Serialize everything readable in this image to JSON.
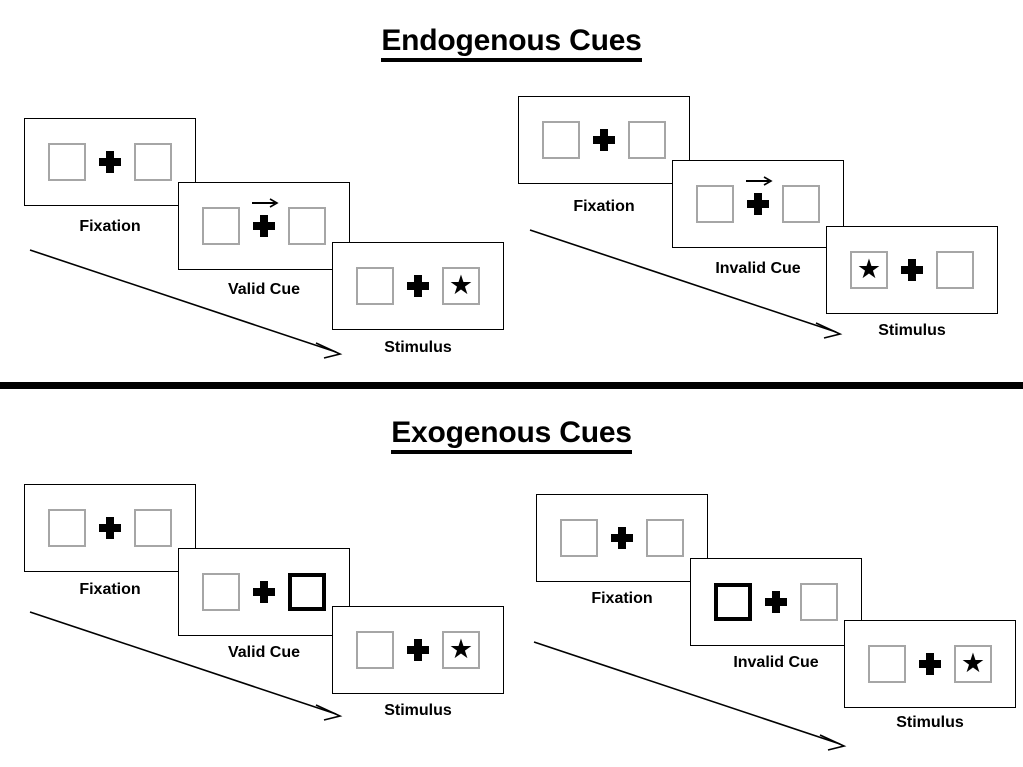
{
  "sections": [
    {
      "id": "endogenous",
      "title": "Endogenous Cues",
      "cue_type": "arrow",
      "columns": [
        {
          "id": "valid",
          "frames": [
            {
              "id": "fixation",
              "caption": "Fixation",
              "cue": "none",
              "star": "none"
            },
            {
              "id": "cue",
              "caption": "Valid Cue",
              "cue": "arrow-right",
              "star": "none"
            },
            {
              "id": "stimulus",
              "caption": "Stimulus",
              "cue": "none",
              "star": "right"
            }
          ]
        },
        {
          "id": "invalid",
          "frames": [
            {
              "id": "fixation",
              "caption": "Fixation",
              "cue": "none",
              "star": "none"
            },
            {
              "id": "cue",
              "caption": "Invalid Cue",
              "cue": "arrow-right",
              "star": "none"
            },
            {
              "id": "stimulus",
              "caption": "Stimulus",
              "cue": "none",
              "star": "left"
            }
          ]
        }
      ]
    },
    {
      "id": "exogenous",
      "title": "Exogenous Cues",
      "cue_type": "box-flash",
      "columns": [
        {
          "id": "valid",
          "frames": [
            {
              "id": "fixation",
              "caption": "Fixation",
              "cue": "none",
              "star": "none"
            },
            {
              "id": "cue",
              "caption": "Valid Cue",
              "cue": "box-right",
              "star": "none"
            },
            {
              "id": "stimulus",
              "caption": "Stimulus",
              "cue": "none",
              "star": "right"
            }
          ]
        },
        {
          "id": "invalid",
          "frames": [
            {
              "id": "fixation",
              "caption": "Fixation",
              "cue": "none",
              "star": "none"
            },
            {
              "id": "cue",
              "caption": "Invalid Cue",
              "cue": "box-left",
              "star": "none"
            },
            {
              "id": "stimulus",
              "caption": "Stimulus",
              "cue": "none",
              "star": "right"
            }
          ]
        }
      ]
    }
  ],
  "glyphs": {
    "star": "★"
  },
  "colors": {
    "ink": "#000000",
    "box_border": "#a6a6a6",
    "panel_border": "#000000",
    "background": "#ffffff",
    "divider": "#000000"
  }
}
